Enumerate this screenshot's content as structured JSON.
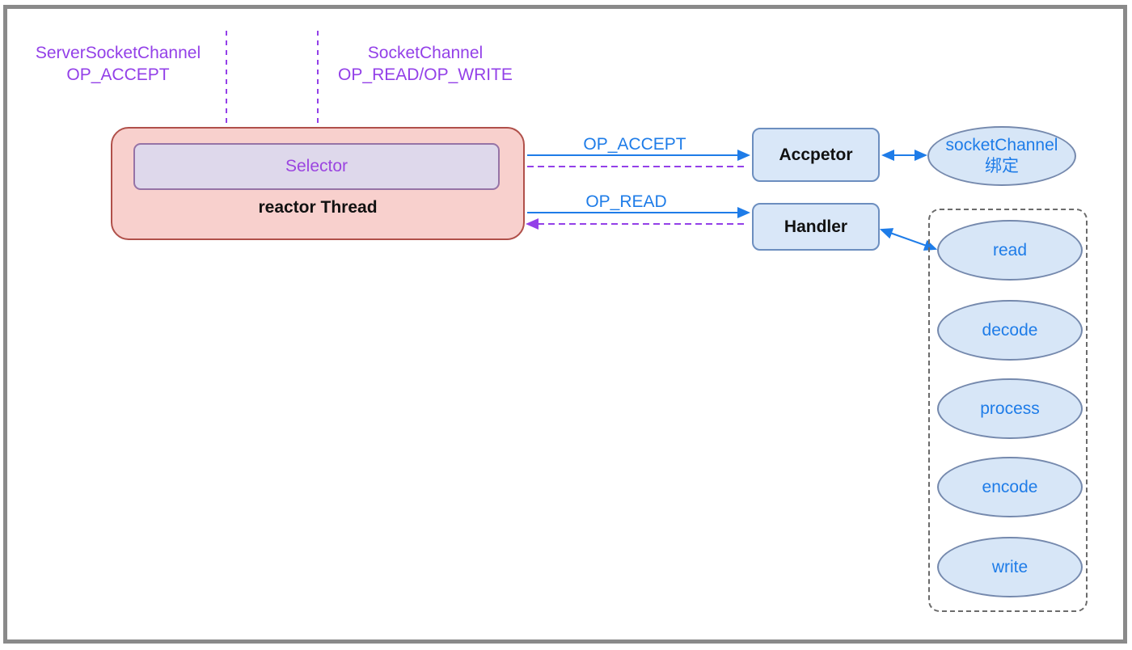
{
  "colors": {
    "purple_accent": "#9340e8",
    "blue_accent": "#1e7ce8",
    "reactor_fill": "#f8d0cd",
    "reactor_stroke": "#b0504a",
    "selector_fill": "#ded8eb",
    "selector_stroke": "#9673a6",
    "blue_node_fill": "#d9e7f8",
    "blue_node_stroke": "#6c8ebf",
    "ellipse_fill": "#d7e6f7",
    "ellipse_stroke": "#7589ad",
    "dashed_container_stroke": "#6b6b6b",
    "frame_border": "#8a8a8a"
  },
  "labels": {
    "server_socket_channel": {
      "line1": "ServerSocketChannel",
      "line2": "OP_ACCEPT"
    },
    "socket_channel_in": {
      "line1": "SocketChannel",
      "line2": "OP_READ/OP_WRITE"
    },
    "selector": "Selector",
    "reactor_thread": "reactor Thread",
    "edge_op_accept": "OP_ACCEPT",
    "edge_op_read": "OP_READ",
    "acceptor": "Accpetor",
    "handler": "Handler",
    "socket_channel_bind": {
      "line1": "socketChannel",
      "line2": "绑定"
    }
  },
  "pipeline_steps": [
    "read",
    "decode",
    "process",
    "encode",
    "write"
  ]
}
